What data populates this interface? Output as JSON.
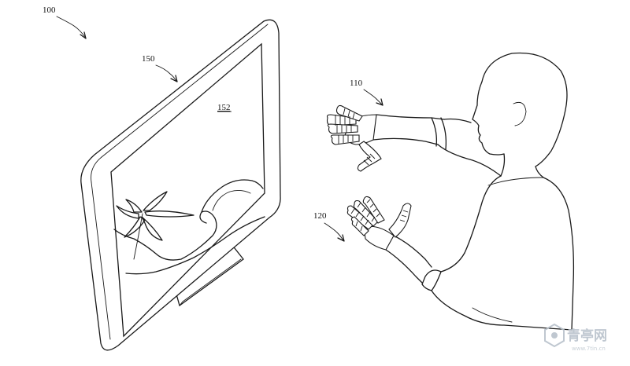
{
  "labels": {
    "system": "100",
    "display": "150",
    "display_content": "152",
    "right_hand": "110",
    "left_hand": "120"
  },
  "watermark": {
    "name": "青亭网",
    "url": "www.7tin.cn"
  },
  "colors": {
    "line": "#1a1a1a",
    "background": "#ffffff",
    "watermark": "#b9c2cc"
  }
}
